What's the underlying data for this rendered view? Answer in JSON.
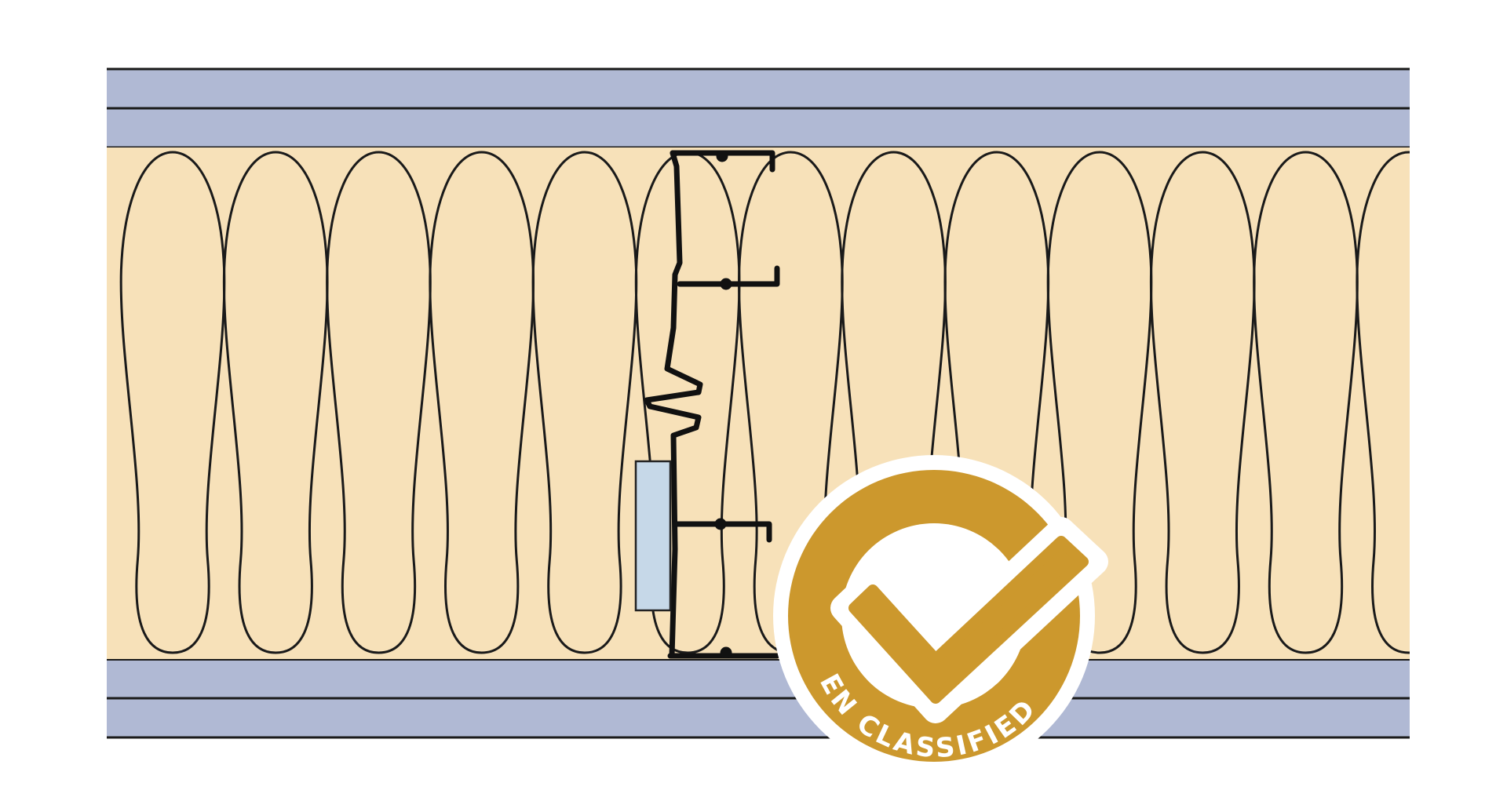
{
  "diagram": {
    "colors": {
      "board": "#b0b9d4",
      "insulation": "#f7e1b9",
      "outline": "#1a1a1a",
      "strip": "#c6d8e8",
      "badge_gold": "#cc982d",
      "badge_white": "#ffffff"
    },
    "layers": [
      {
        "name": "plasterboard-top-outer"
      },
      {
        "name": "plasterboard-top-inner"
      },
      {
        "name": "mineral-wool-insulation"
      },
      {
        "name": "plasterboard-bottom-inner"
      },
      {
        "name": "plasterboard-bottom-outer"
      }
    ],
    "insulation_loops": 13
  },
  "badge": {
    "label": "EN CLASSIFIED",
    "icon": "checkmark-icon"
  }
}
